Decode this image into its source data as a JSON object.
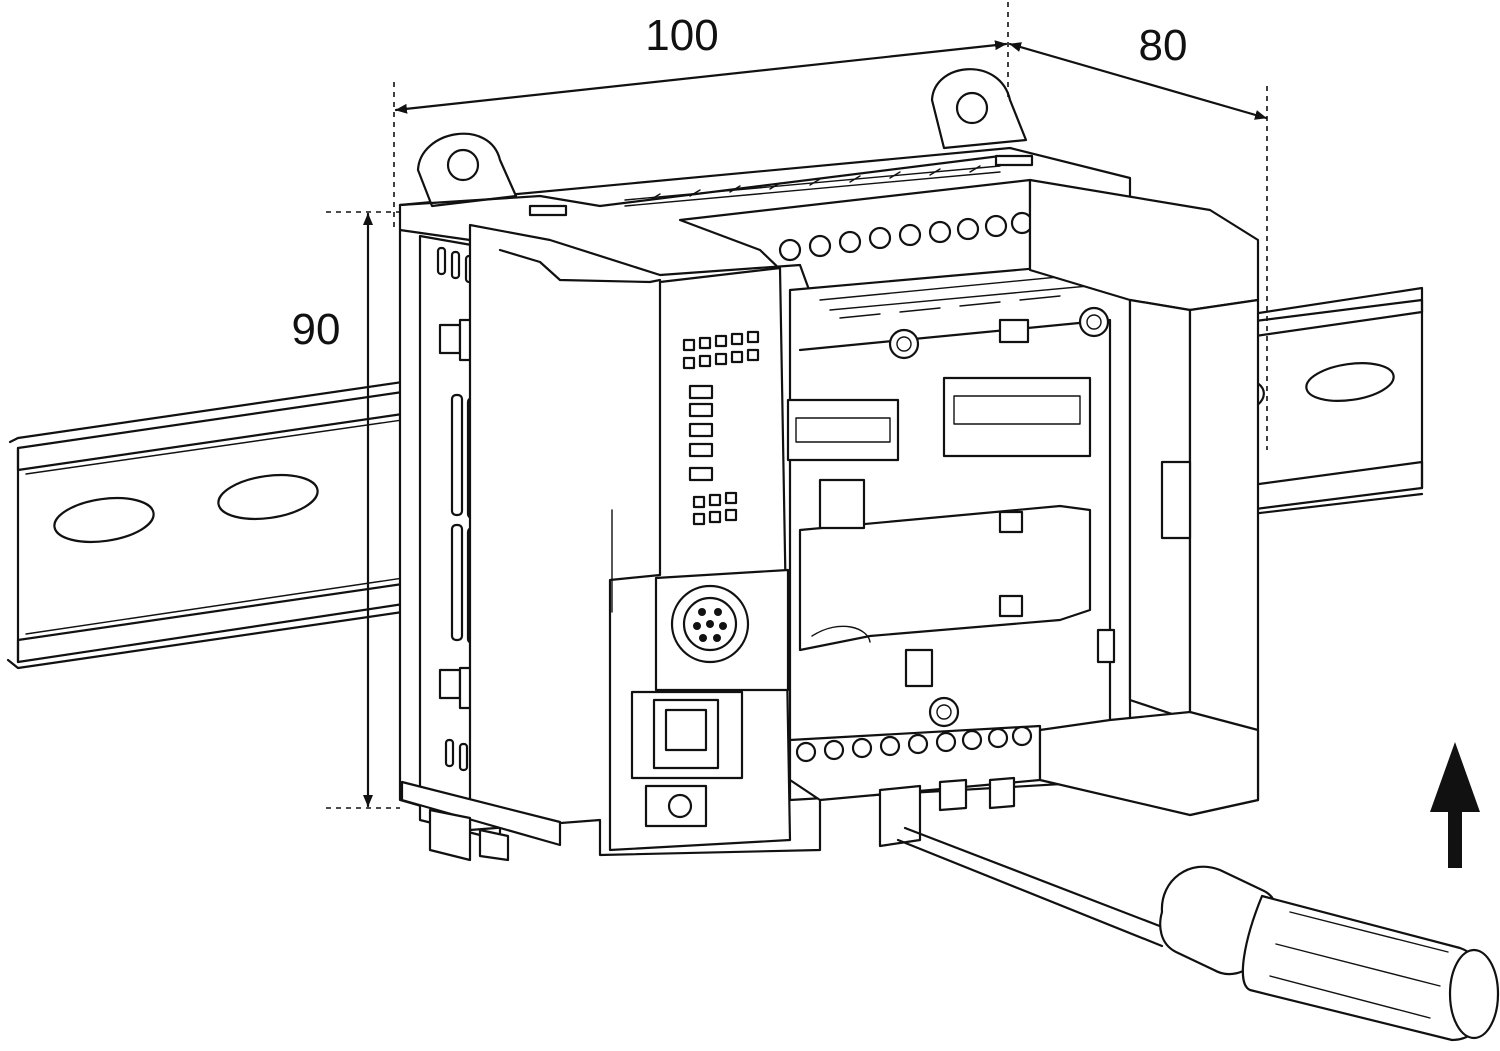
{
  "dimensions": {
    "width_label": "100",
    "depth_label": "80",
    "height_label": "90"
  },
  "icons": {
    "din_rail": "din-rail-icon",
    "plc_module": "plc-module-icon",
    "screwdriver": "screwdriver-icon",
    "direction_arrow": "arrow-up-icon"
  }
}
